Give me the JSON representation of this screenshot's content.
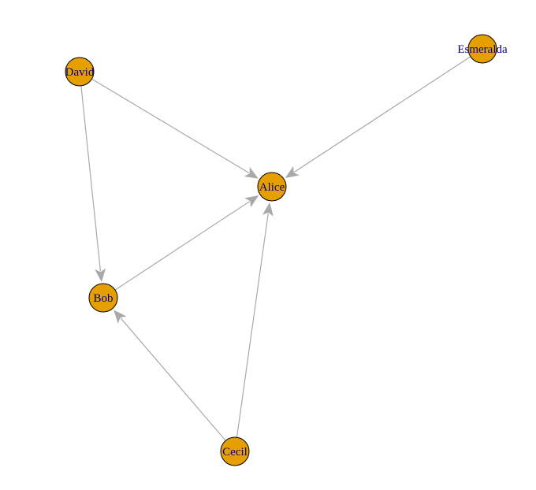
{
  "graph": {
    "type": "directed-graph",
    "colors": {
      "node_fill": "#E69F00",
      "node_stroke": "#000000",
      "edge": "#A9A9A9",
      "label": "#00008B"
    },
    "nodes": [
      {
        "id": "alice",
        "label": "Alice"
      },
      {
        "id": "bob",
        "label": "Bob"
      },
      {
        "id": "cecil",
        "label": "Cecil"
      },
      {
        "id": "david",
        "label": "David"
      },
      {
        "id": "esmeralda",
        "label": "Esmeralda"
      }
    ],
    "edges": [
      {
        "from": "david",
        "to": "alice"
      },
      {
        "from": "david",
        "to": "bob"
      },
      {
        "from": "esmeralda",
        "to": "alice"
      },
      {
        "from": "bob",
        "to": "alice"
      },
      {
        "from": "cecil",
        "to": "alice"
      },
      {
        "from": "cecil",
        "to": "bob"
      }
    ]
  }
}
